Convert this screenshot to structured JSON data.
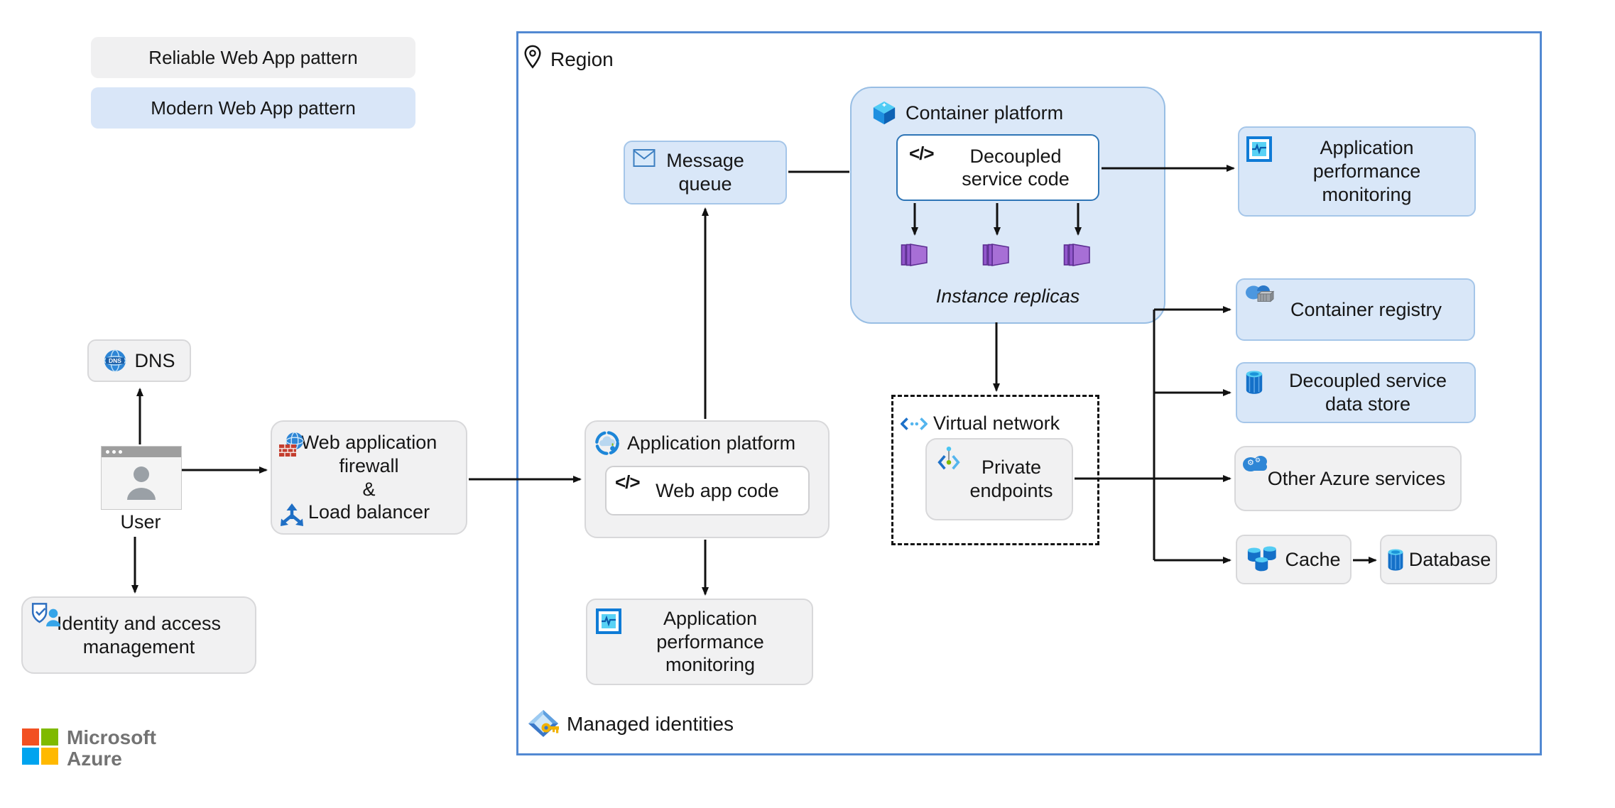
{
  "legend": {
    "reliable": "Reliable Web App pattern",
    "modern": "Modern Web App pattern"
  },
  "region": {
    "label": "Region",
    "managed_identities": "Managed identities"
  },
  "nodes": {
    "dns": "DNS",
    "user": "User",
    "waf": {
      "line1": "Web application",
      "line2": "firewall",
      "line3": "&",
      "line4": "Load balancer"
    },
    "iam": "Identity and access management",
    "message_queue": "Message queue",
    "container_platform": "Container platform",
    "decoupled_service_code": "Decoupled service code",
    "instance_replicas": "Instance replicas",
    "apm_top": "Application performance monitoring",
    "application_platform": "Application platform",
    "web_app_code": "Web app code",
    "apm_bottom": "Application performance monitoring",
    "virtual_network": "Virtual network",
    "private_endpoints": "Private endpoints",
    "container_registry": "Container registry",
    "decoupled_data_store": "Decoupled service data store",
    "other_azure_services": "Other Azure services",
    "cache": "Cache",
    "database": "Database"
  },
  "icons": {
    "code_glyph": "</>",
    "dns_text": "DNS",
    "gear": "⚙"
  },
  "logo": {
    "brand": "Microsoft",
    "product": "Azure"
  },
  "colors": {
    "region_border": "#5289D2",
    "modern_fill": "#D9E7F8",
    "modern_border": "#A5C6E9",
    "reliable_fill": "#F1F1F2",
    "reliable_border": "#D8D8DA",
    "container_platform_fill": "#DBE8F8",
    "decoupled_border": "#2E75B6",
    "arrow": "#111111",
    "replica_purple": "#A76FD6",
    "ms_red": "#F25022",
    "ms_green": "#7FBA00",
    "ms_blue": "#00A4EF",
    "ms_yellow": "#FFB900"
  }
}
